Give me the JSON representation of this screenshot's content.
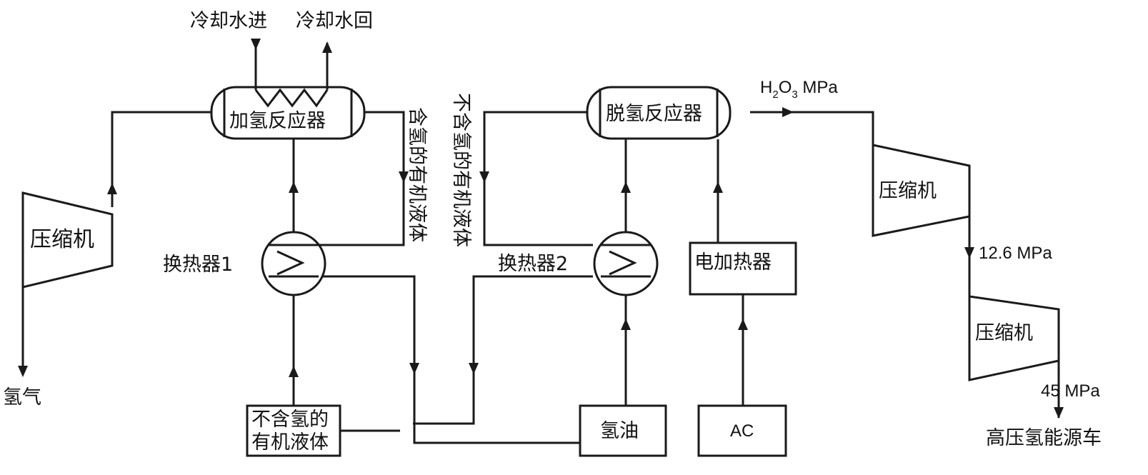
{
  "labels": {
    "cooling_in": "冷却水进",
    "cooling_out": "冷却水回",
    "hydro_reactor": "加氢反应器",
    "dehydro_reactor": "脱氢反应器",
    "compressor_left": "压缩机",
    "compressor_right_top": "压缩机",
    "compressor_right_bottom": "压缩机",
    "hx1": "换热器1",
    "hx2": "换热器2",
    "electric_heater": "电加热器",
    "ac": "AC",
    "hydrogen": "氢气",
    "hydro_oil": "氢油",
    "unhydro_liquid_line1": "不含氢的",
    "unhydro_liquid_line2": "有机液体",
    "vert_hydro_liquid": "含氢的有机液体",
    "vert_unhydro_liquid": "不含氢的有机液体",
    "pressure_h2_prefix": "H",
    "pressure_h2_sub1": "2",
    "pressure_h2_mid": "O",
    "pressure_h2_sub2": "3",
    "pressure_h2_unit": " MPa",
    "pressure_mid": "12.6 MPa",
    "pressure_high": "45 MPa",
    "vehicle": "高压氢能源车"
  }
}
